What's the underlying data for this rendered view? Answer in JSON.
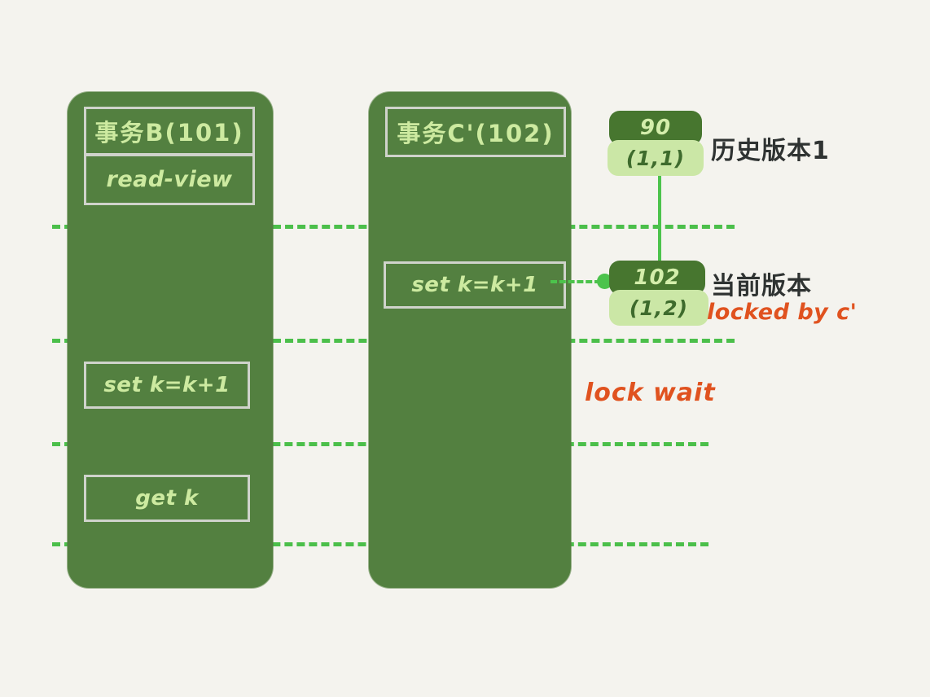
{
  "diagram": {
    "background_color": "#f4f3ee",
    "accent_green": "#538040",
    "dark_green": "#47762f",
    "light_green": "#cbe7a6",
    "bright_green": "#4cc34c",
    "orange": "#e0521f"
  },
  "columns": {
    "transaction_b": {
      "title": "事务B(101)",
      "read_view": "read-view",
      "operations": [
        {
          "label": "set k=k+1"
        },
        {
          "label": "get k"
        }
      ]
    },
    "transaction_c": {
      "title": "事务C'(102)",
      "operations": [
        {
          "label": "set k=k+1"
        }
      ]
    }
  },
  "versions": [
    {
      "id": "historical",
      "trx_id": "90",
      "value": "(1,1)",
      "caption": "历史版本1"
    },
    {
      "id": "current",
      "trx_id": "102",
      "value": "(1,2)",
      "caption": "当前版本",
      "lock_note": "locked by c'"
    }
  ],
  "annotations": {
    "lock_wait": "lock wait"
  }
}
